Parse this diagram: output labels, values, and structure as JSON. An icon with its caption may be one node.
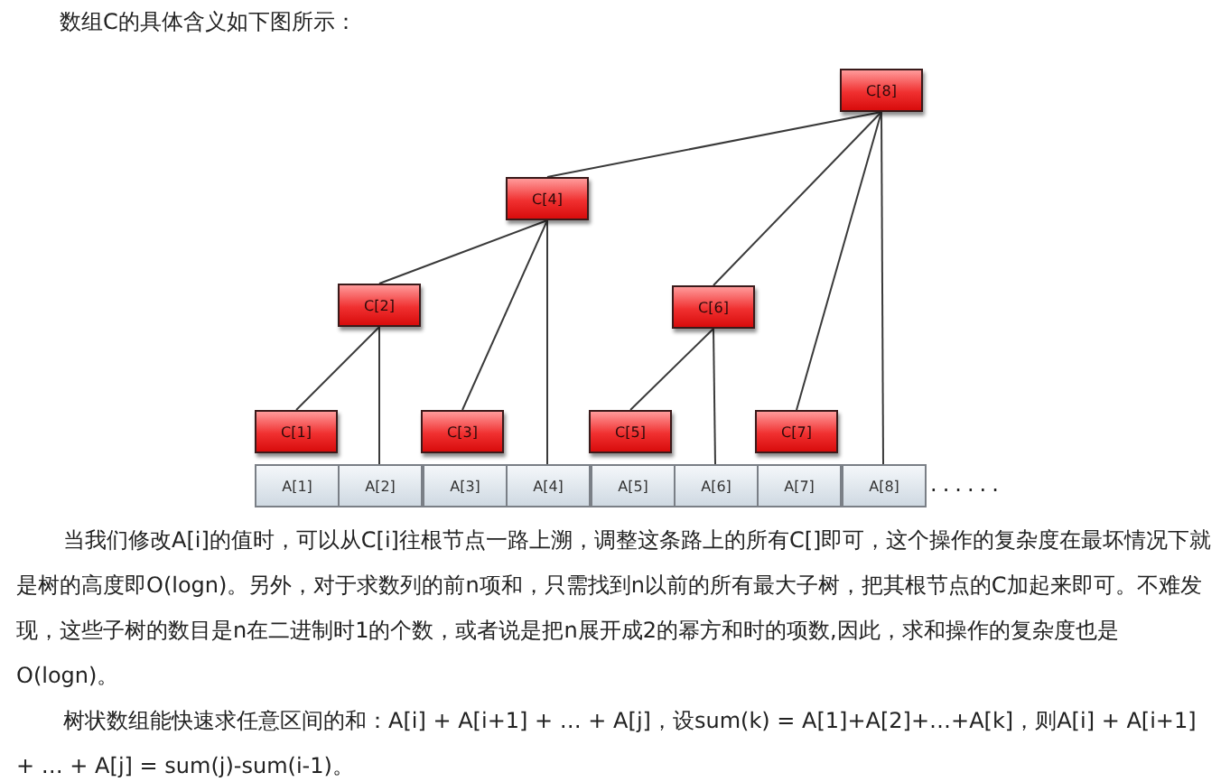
{
  "diagram": {
    "title": "数组C的具体含义如下图所示：",
    "nodes": [
      {
        "text": [
          "C[8]"
        ]
      },
      {
        "text": [
          "C[4]"
        ]
      },
      {
        "text": [
          "C[2]"
        ]
      },
      {
        "text": [
          "C[6]"
        ]
      },
      {
        "text": [
          "C[1]"
        ]
      },
      {
        "text": [
          "C[3]"
        ]
      },
      {
        "text": [
          "C[5]"
        ]
      },
      {
        "text": [
          "C[7]"
        ]
      },
      {
        "text": [
          "A[1]"
        ]
      },
      {
        "text": [
          "A[2]"
        ]
      },
      {
        "text": [
          "A[3]"
        ]
      },
      {
        "text": [
          "A[4]"
        ]
      },
      {
        "text": [
          "A[5]"
        ]
      },
      {
        "text": [
          "A[6]"
        ]
      },
      {
        "text": [
          "A[7]"
        ]
      },
      {
        "text": [
          "A[8]"
        ]
      }
    ],
    "edges": [
      {
        "from": 0,
        "to": 1,
        "arrow": "none"
      },
      {
        "from": 0,
        "to": 3,
        "arrow": "none"
      },
      {
        "from": 0,
        "to": 7,
        "arrow": "none"
      },
      {
        "from": 0,
        "to": 15,
        "arrow": "none"
      },
      {
        "from": 1,
        "to": 2,
        "arrow": "none"
      },
      {
        "from": 1,
        "to": 5,
        "arrow": "none"
      },
      {
        "from": 1,
        "to": 11,
        "arrow": "none"
      },
      {
        "from": 2,
        "to": 4,
        "arrow": "none"
      },
      {
        "from": 2,
        "to": 9,
        "arrow": "none"
      },
      {
        "from": 3,
        "to": 6,
        "arrow": "none"
      },
      {
        "from": 3,
        "to": 13,
        "arrow": "none"
      }
    ],
    "labels": [
      "......",
      "当我们修改A[i]的值时，可以从C[i]往根节点一路上溯，调整这条路上的所有C[]即可，这个操作的复杂度在最坏情况下就是树的高度即O(logn)。另外，对于求数列的前n项和，只需找到n以前的所有最大子树，把其根节点的C加起来即可。不难发现，这些子树的数目是n在二进制时1的个数，或者说是把n展开成2的幂方和时的项数,因此，求和操作的复杂度也是O(logn)。",
      "树状数组能快速求任意区间的和：A[i] + A[i+1] + … + A[j]，设sum(k) = A[1]+A[2]+…+A[k]，则A[i] + A[i+1] + … + A[j] = sum(j)-sum(i-1)。"
    ]
  }
}
